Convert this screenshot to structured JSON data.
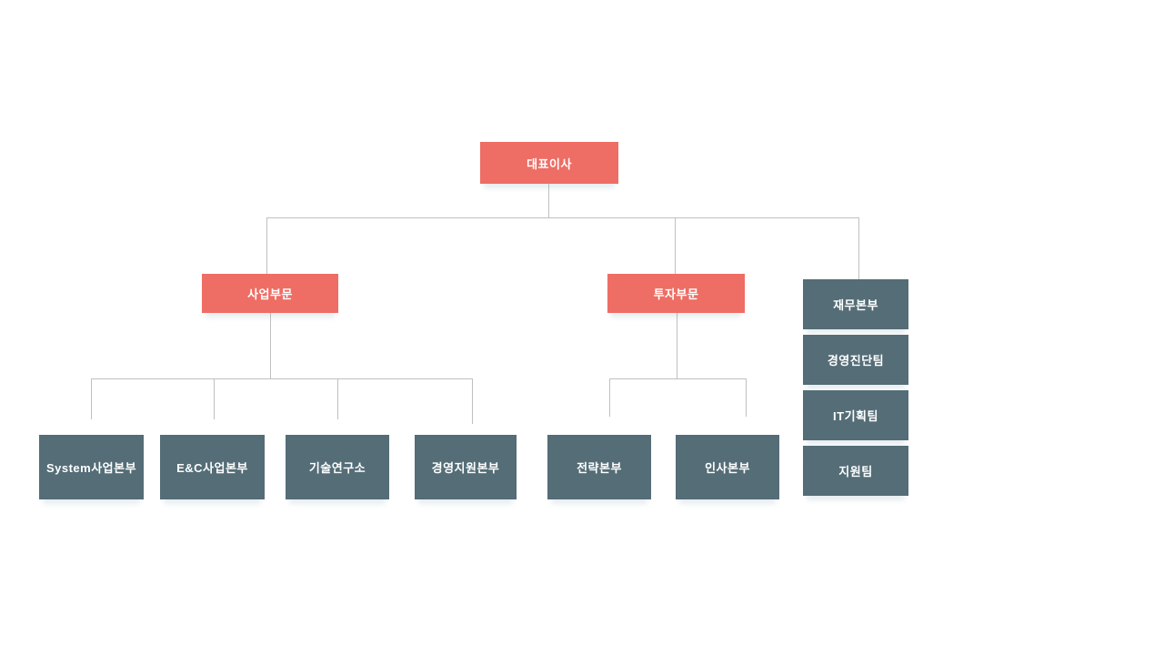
{
  "org_chart": {
    "type": "org-hierarchy",
    "root": {
      "label": "대표이사"
    },
    "divisions": [
      {
        "label": "사업부문"
      },
      {
        "label": "투자부문"
      }
    ],
    "staff_units": [
      {
        "label": "재무본부"
      },
      {
        "label": "경영진단팀"
      },
      {
        "label": "IT기획팀"
      },
      {
        "label": "지원팀"
      }
    ],
    "business_children": [
      {
        "label": "System사업본부"
      },
      {
        "label": "E&C사업본부"
      },
      {
        "label": "기술연구소"
      },
      {
        "label": "경영지원본부"
      }
    ],
    "investment_children": [
      {
        "label": "전략본부"
      },
      {
        "label": "인사본부"
      }
    ],
    "colors": {
      "executive_box": "#ee6d64",
      "unit_box": "#546d77",
      "connector": "#c0c0c0",
      "box_text": "#ffffff",
      "background": "#ffffff"
    }
  }
}
